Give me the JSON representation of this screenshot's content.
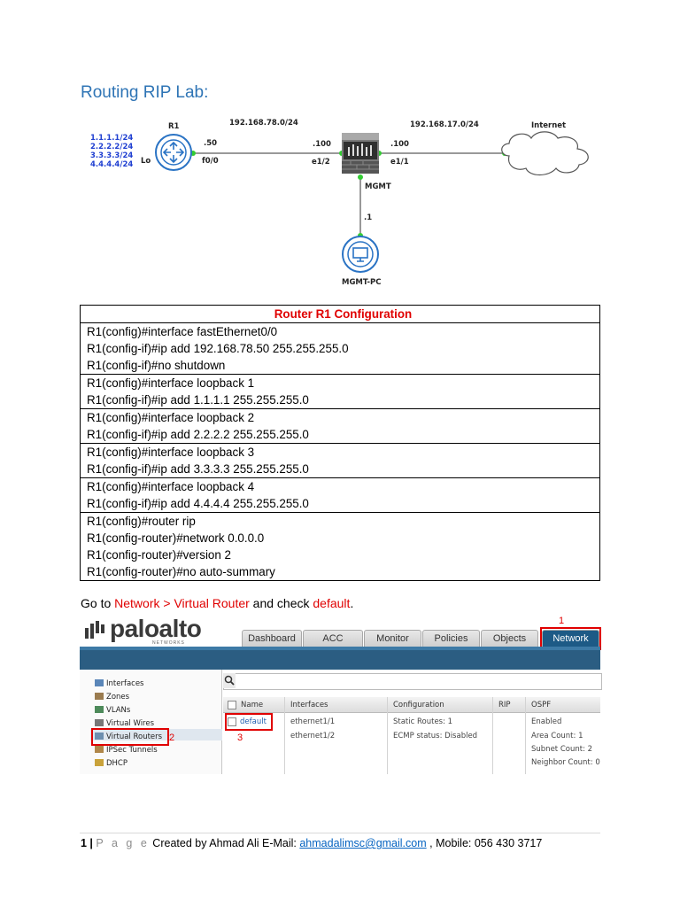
{
  "title": "Routing RIP Lab:",
  "diagram": {
    "r1_label": "R1",
    "net_left": "192.168.78.0/24",
    "net_right": "192.168.17.0/24",
    "internet_label": "Internet",
    "loopbacks": [
      "1.1.1.1/24",
      "2.2.2.2/24",
      "3.3.3.3/24",
      "4.4.4.4/24"
    ],
    "lo_label": "Lo",
    "r1_ip": ".50",
    "r1_if": "f0/0",
    "fw_left_ip": ".100",
    "fw_left_if": "e1/2",
    "fw_right_ip": ".100",
    "fw_right_if": "e1/1",
    "mgmt_label": "MGMT",
    "mgmt_ip": ".1",
    "pc_label": "MGMT-PC"
  },
  "config_table": {
    "header": "Router R1 Configuration",
    "groups": [
      [
        "R1(config)#interface fastEthernet0/0",
        "R1(config-if)#ip add 192.168.78.50 255.255.255.0",
        "R1(config-if)#no shutdown"
      ],
      [
        "R1(config)#interface loopback 1",
        "R1(config-if)#ip add 1.1.1.1 255.255.255.0"
      ],
      [
        "R1(config)#interface loopback 2",
        "R1(config-if)#ip add 2.2.2.2 255.255.255.0"
      ],
      [
        "R1(config)#interface loopback 3",
        "R1(config-if)#ip add 3.3.3.3 255.255.255.0"
      ],
      [
        "R1(config)#interface loopback 4",
        "R1(config-if)#ip add 4.4.4.4 255.255.255.0"
      ],
      [
        "R1(config)#router rip",
        "R1(config-router)#network 0.0.0.0",
        "R1(config-router)#version 2",
        "R1(config-router)#no auto-summary"
      ]
    ]
  },
  "instruction": {
    "prefix": "Go to ",
    "path": "Network > Virtual Router",
    "middle": " and check ",
    "target": "default",
    "suffix": "."
  },
  "paloalto": {
    "logo": "paloalto",
    "logo_sub": "NETWORKS",
    "tabs": [
      "Dashboard",
      "ACC",
      "Monitor",
      "Policies",
      "Objects",
      "Network"
    ],
    "markers": [
      "1",
      "2",
      "3"
    ],
    "sidebar": [
      "Interfaces",
      "Zones",
      "VLANs",
      "Virtual Wires",
      "Virtual Routers",
      "IPSec Tunnels",
      "DHCP"
    ],
    "columns": [
      "Name",
      "Interfaces",
      "Configuration",
      "RIP",
      "OSPF"
    ],
    "row": {
      "name": "default",
      "interfaces": [
        "ethernet1/1",
        "ethernet1/2"
      ],
      "configuration": [
        "Static Routes: 1",
        "ECMP status: Disabled"
      ],
      "ospf": [
        "Enabled",
        "Area Count: 1",
        "Subnet Count: 2",
        "Neighbor Count: 0"
      ]
    }
  },
  "footer": {
    "page_number": "1 |",
    "page_word": "P a g e",
    "created_by": "Created by Ahmad Ali E-Mail:",
    "email": "ahmadalimsc@gmail.com",
    "mobile": ", Mobile: 056 430 3717"
  },
  "colors": {
    "title": "#2e74b5",
    "highlight_red": "#e00000",
    "pa_header": "#2b5d82",
    "device_blue": "#2a73c4",
    "link_green": "#33cc33"
  }
}
